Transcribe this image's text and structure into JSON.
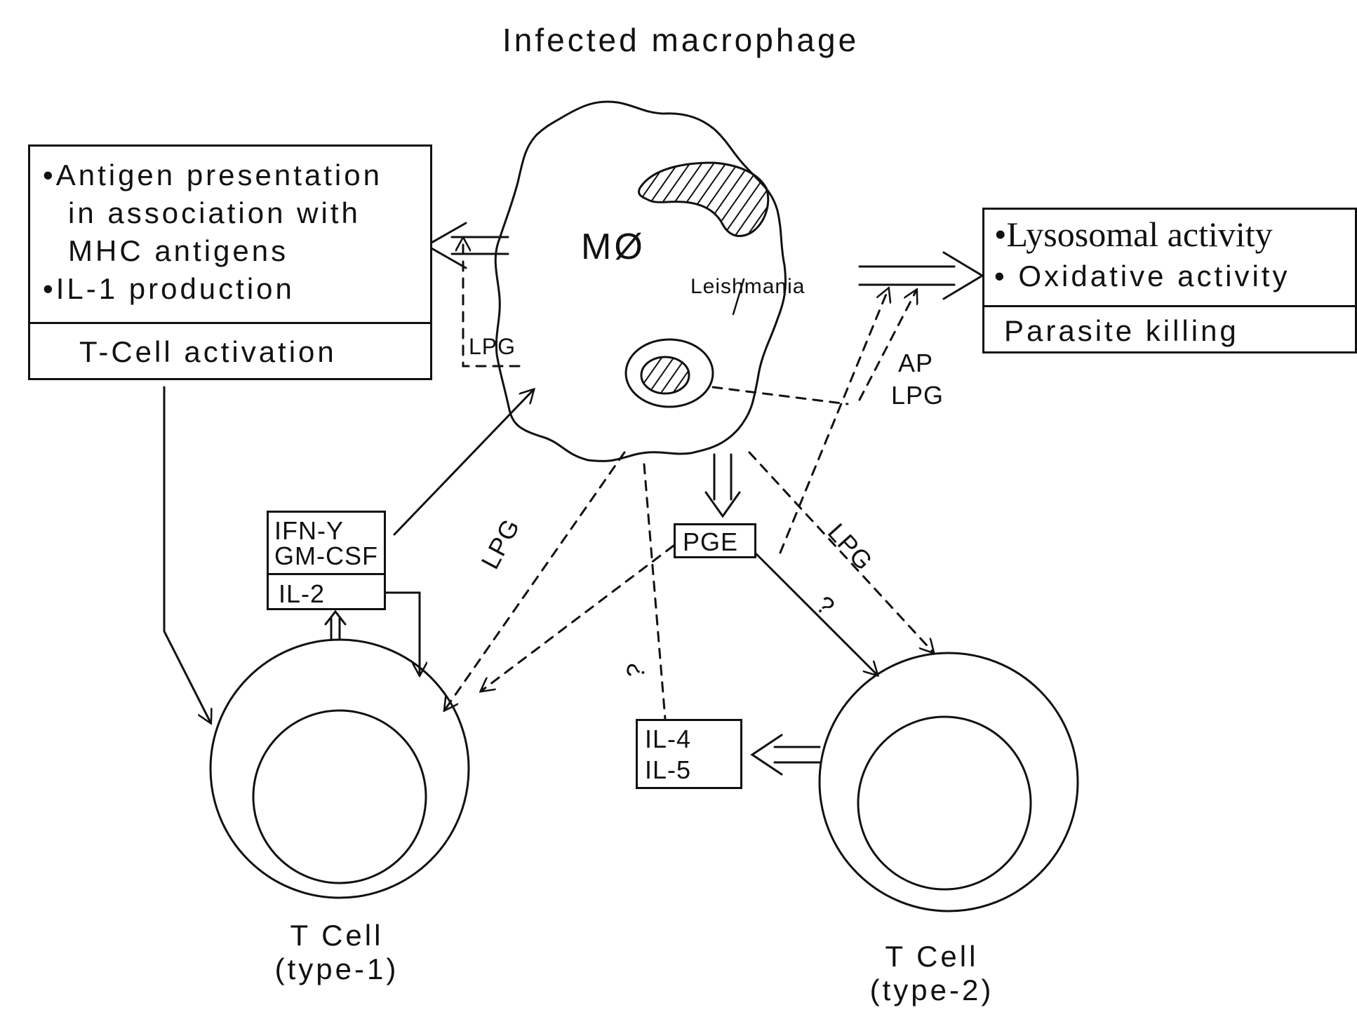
{
  "title": "Infected macrophage",
  "macrophage": {
    "label": "MØ",
    "parasite_label": "Leishmania"
  },
  "left_box": {
    "lines": [
      "•Antigen presentation",
      "in association with",
      "MHC antigens",
      "•IL-1 production"
    ],
    "footer": "T-Cell activation"
  },
  "right_box": {
    "line1": "•Lysosomal activity",
    "line2": "• Oxidative activity",
    "footer": "Parasite killing"
  },
  "cytokines_type1": {
    "top": [
      "IFN-Y",
      "GM-CSF"
    ],
    "bottom": "IL-2"
  },
  "pge_label": "PGE",
  "cytokines_type2": [
    "IL-4",
    "IL-5"
  ],
  "arrow_labels": {
    "lpg_left_box": "LPG",
    "ap": "AP",
    "lpg_right": "LPG",
    "lpg_left_diag": "LPG",
    "lpg_right_diag": "LPG",
    "q_center": "?",
    "q_pge": "?"
  },
  "t_cell_1": {
    "line1": "T  Cell",
    "line2": "(type-1)"
  },
  "t_cell_2": {
    "line1": "T  Cell",
    "line2": "(type-2)"
  },
  "colors": {
    "ink": "#111111",
    "background": "#ffffff"
  }
}
